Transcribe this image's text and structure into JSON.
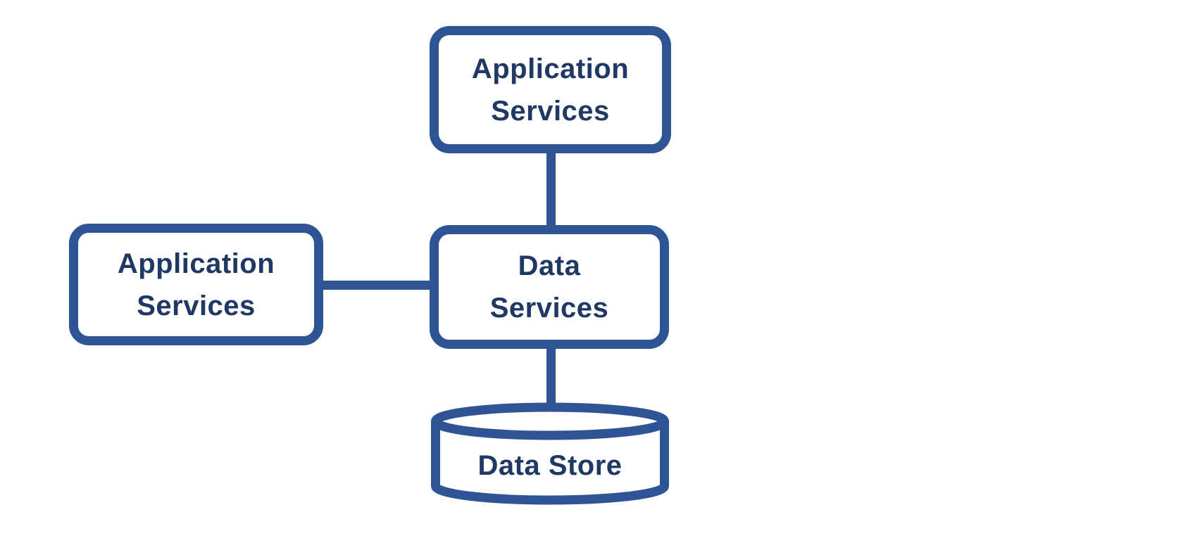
{
  "diagram": {
    "title": "",
    "colors": {
      "stroke": "#2F5496",
      "text": "#1F3864",
      "background": "#FFFFFF"
    },
    "nodes": [
      {
        "id": "application-services-top",
        "shape": "rounded-rect",
        "label": "Application Services",
        "label_line1": "Application",
        "label_line2": "Services"
      },
      {
        "id": "application-services-left",
        "shape": "rounded-rect",
        "label": "Application Services",
        "label_line1": "Application",
        "label_line2": "Services"
      },
      {
        "id": "data-services",
        "shape": "rounded-rect",
        "label": "Data Services",
        "label_line1": "Data",
        "label_line2": "Services"
      },
      {
        "id": "data-store",
        "shape": "cylinder",
        "label": "Data Store"
      }
    ],
    "edges": [
      {
        "from": "application-services-top",
        "to": "data-services",
        "style": "straight-vertical"
      },
      {
        "from": "application-services-left",
        "to": "data-services",
        "style": "straight-horizontal"
      },
      {
        "from": "data-services",
        "to": "data-store",
        "style": "straight-vertical"
      }
    ]
  }
}
